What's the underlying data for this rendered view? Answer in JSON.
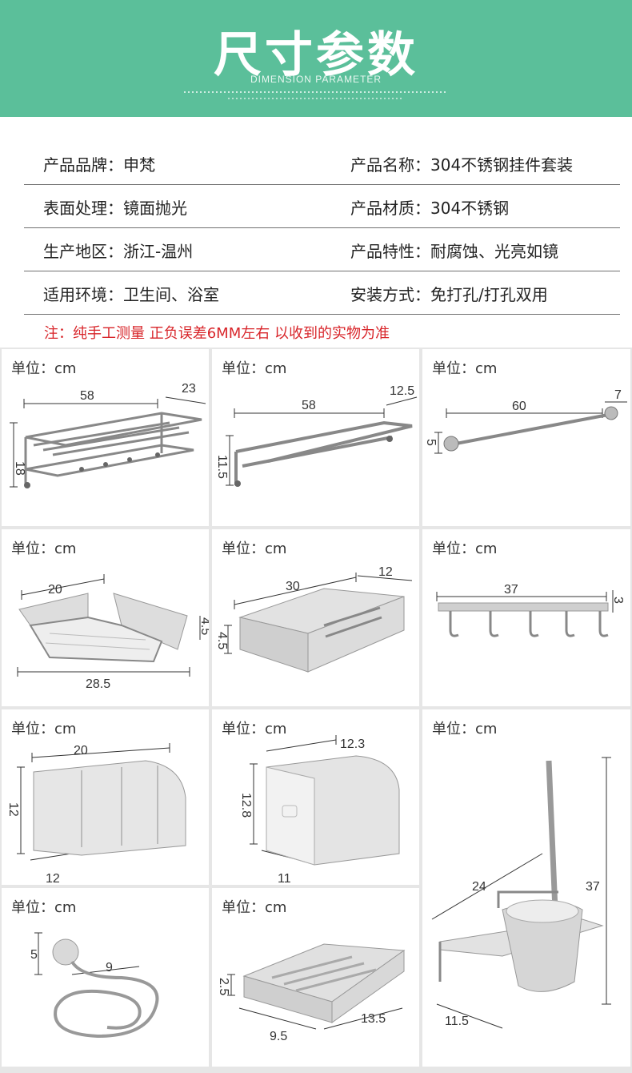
{
  "header": {
    "title": "尺寸参数",
    "subtitle": "DIMENSION PARAMETER"
  },
  "specs": [
    {
      "left": "产品品牌：申梵",
      "right": "产品名称：304不锈钢挂件套装"
    },
    {
      "left": "表面处理：镜面抛光",
      "right": "产品材质：304不锈钢"
    },
    {
      "left": "生产地区：浙江-温州",
      "right": "产品特性：耐腐蚀、光亮如镜"
    },
    {
      "left": "适用环境：卫生间、浴室",
      "right": "安装方式：免打孔/打孔双用"
    }
  ],
  "note": "注：纯手工测量 正负误差6MM左右 以收到的实物为准",
  "unit_label": "单位：cm",
  "products": [
    {
      "name": "double-towel-rack",
      "dims": [
        "58",
        "23",
        "18"
      ]
    },
    {
      "name": "towel-bar-shelf",
      "dims": [
        "58",
        "12.5",
        "11.5"
      ]
    },
    {
      "name": "single-towel-bar",
      "dims": [
        "60",
        "7",
        "5"
      ]
    },
    {
      "name": "corner-basket",
      "dims": [
        "20",
        "4.5",
        "28.5"
      ]
    },
    {
      "name": "rectangular-basket",
      "dims": [
        "30",
        "12",
        "4.5"
      ]
    },
    {
      "name": "hook-rail",
      "dims": [
        "37",
        "3"
      ]
    },
    {
      "name": "large-tissue-box",
      "dims": [
        "20",
        "12",
        "12"
      ]
    },
    {
      "name": "small-tissue-box",
      "dims": [
        "12.3",
        "12.8",
        "11"
      ]
    },
    {
      "name": "toilet-brush-holder",
      "dims": [
        "24",
        "37",
        "11.5"
      ]
    },
    {
      "name": "hair-dryer-holder",
      "dims": [
        "5",
        "9"
      ]
    },
    {
      "name": "soap-dish",
      "dims": [
        "2.5",
        "9.5",
        "13.5"
      ]
    }
  ]
}
